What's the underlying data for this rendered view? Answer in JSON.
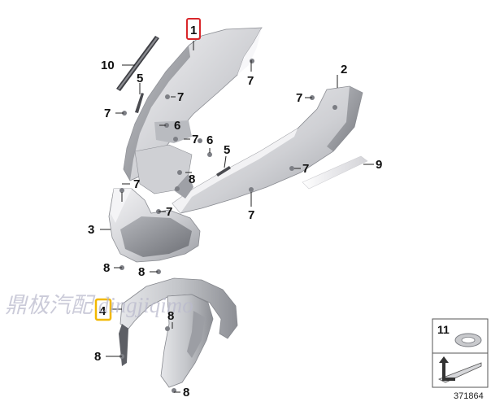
{
  "callouts": {
    "c1": "1",
    "c2": "2",
    "c3": "3",
    "c4": "4",
    "c5a": "5",
    "c5b": "5",
    "c6a": "6",
    "c6b": "6",
    "c7a": "7",
    "c7b": "7",
    "c7c": "7",
    "c7d": "7",
    "c7e": "7",
    "c7f": "7",
    "c7g": "7",
    "c7h": "7",
    "c7i": "7",
    "c8a": "8",
    "c8b": "8",
    "c8c": "8",
    "c8d": "8",
    "c8e": "8",
    "c8f": "8",
    "c9": "9",
    "c10": "10"
  },
  "panel": {
    "item_number": "11",
    "diagram_id": "371864"
  },
  "watermark": "鼎极汽配 dingjiqimo",
  "colors": {
    "highlight_red": "#d9262a",
    "highlight_yellow": "#f2b800",
    "part_fill": "#dcdde0",
    "part_shadow": "#8e9096"
  }
}
